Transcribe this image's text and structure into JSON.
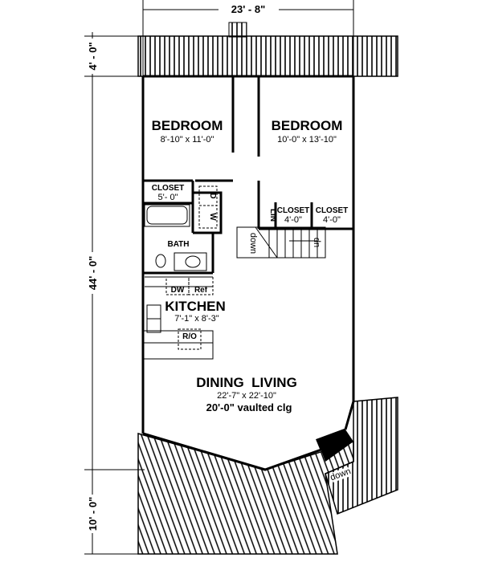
{
  "dimensions": {
    "width": "23' - 8\"",
    "top_deck": "4' - 0\"",
    "length": "44' - 0\"",
    "bottom_deck": "10' - 0\""
  },
  "rooms": {
    "bedroom1": {
      "name": "BEDROOM",
      "size": "8'-10\" x 11'-0\""
    },
    "bedroom2": {
      "name": "BEDROOM",
      "size": "10'-0\" x 13'-10\""
    },
    "closet1": {
      "name": "CLOSET",
      "size": "5'- 0\""
    },
    "closet2": {
      "name": "CLOSET",
      "size": "4'-0\""
    },
    "closet3": {
      "name": "CLOSET",
      "size": "4'-0\""
    },
    "linen": "LIN",
    "washer": "W",
    "dryer": "D",
    "bath": "BATH",
    "dishwasher": "DW",
    "refrigerator": "Ref",
    "kitchen": {
      "name": "KITCHEN",
      "size": "7'-1\" x 8'-3\""
    },
    "range_oven": "R/O",
    "living": {
      "name": "DINING  LIVING",
      "size": "22'-7\" x 22'-10\"",
      "note": "20'-0\" vaulted clg"
    }
  },
  "stairs": {
    "down": "down",
    "up": "up",
    "deck_down": "down"
  }
}
